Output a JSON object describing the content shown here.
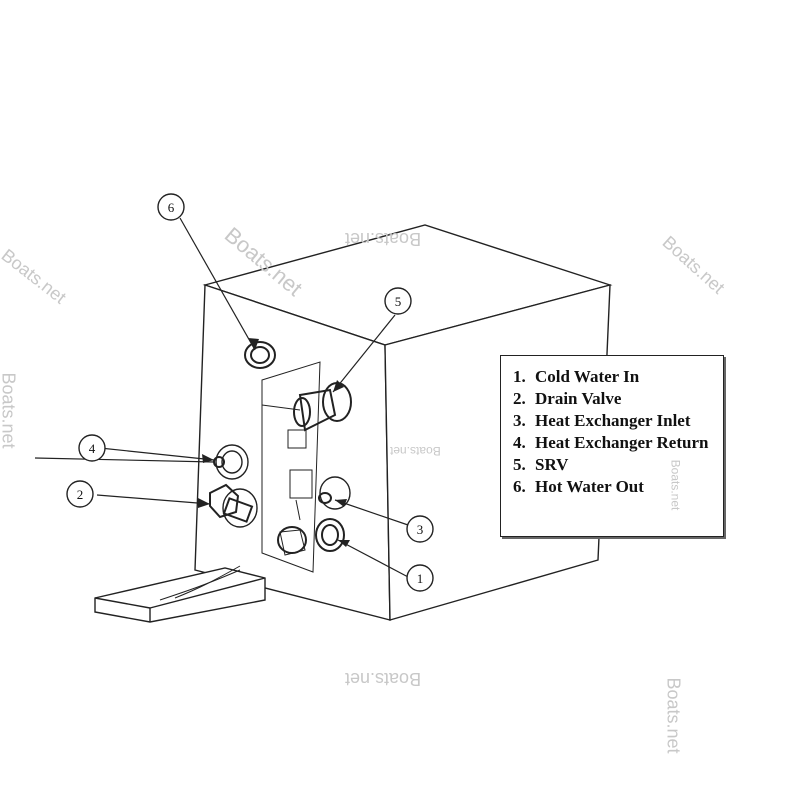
{
  "watermark": "Boats.net",
  "callouts": [
    "1",
    "2",
    "3",
    "4",
    "5",
    "6"
  ],
  "legend": [
    {
      "num": "1.",
      "label": "Cold Water In"
    },
    {
      "num": "2.",
      "label": "Drain Valve"
    },
    {
      "num": "3.",
      "label": "Heat Exchanger Inlet"
    },
    {
      "num": "4.",
      "label": "Heat Exchanger Return"
    },
    {
      "num": "5.",
      "label": "SRV"
    },
    {
      "num": "6.",
      "label": "Hot Water Out"
    }
  ]
}
